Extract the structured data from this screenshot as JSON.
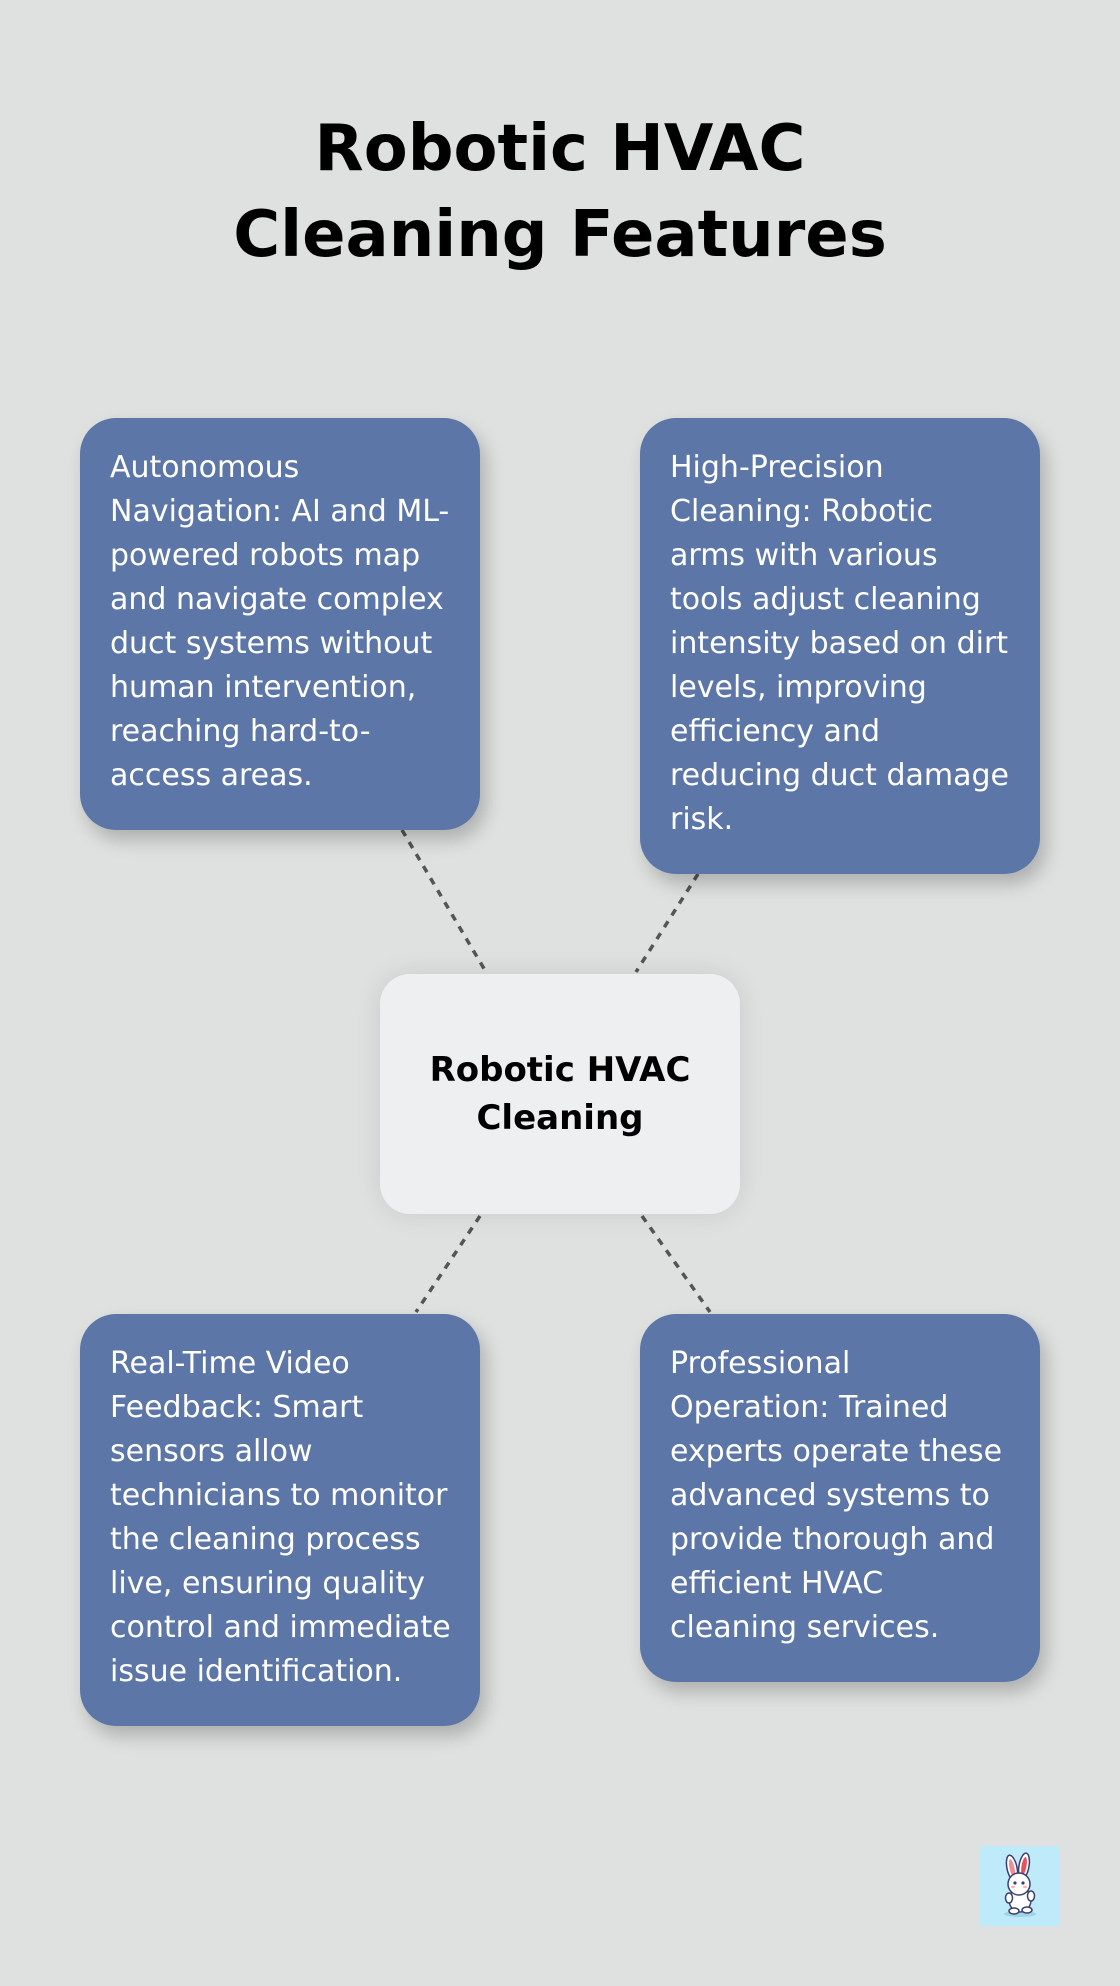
{
  "title": "Robotic HVAC Cleaning Features",
  "center": {
    "label": "Robotic HVAC Cleaning"
  },
  "features": [
    {
      "text": "Autonomous Navigation: AI and ML-powered robots map and navigate complex duct systems without human intervention, reaching hard-to-access areas."
    },
    {
      "text": "High-Precision Cleaning: Robotic arms with various tools adjust cleaning intensity based on dirt levels, improving efficiency and reducing duct damage risk."
    },
    {
      "text": "Real-Time Video Feedback: Smart sensors allow technicians to monitor the cleaning process live, ensuring quality control and immediate issue identification."
    },
    {
      "text": "Professional Operation: Trained experts operate these advanced systems to provide thorough and efficient HVAC cleaning services."
    }
  ],
  "colors": {
    "background": "#dfe1e1",
    "card": "#5d76a8",
    "center_node": "#eeeff1",
    "connector": "#555555"
  },
  "icons": {
    "mascot": "rabbit-mascot-icon"
  }
}
